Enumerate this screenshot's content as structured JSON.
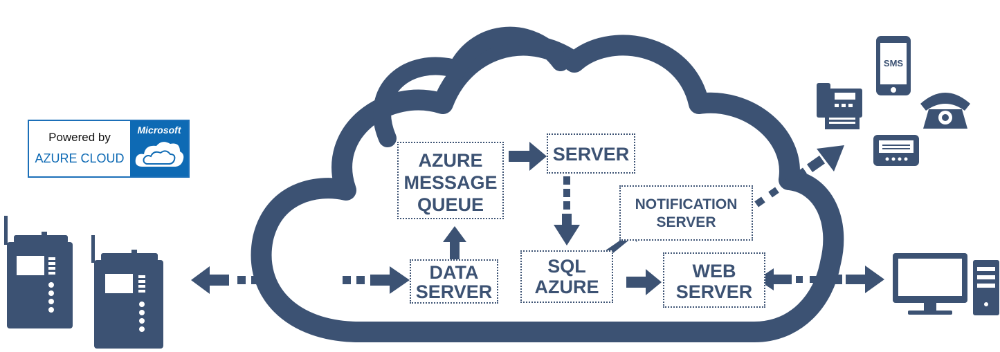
{
  "colors": {
    "primary": "#3c5273",
    "azure_blue": "#0e6ab4",
    "background": "#ffffff"
  },
  "badge": {
    "line1": "Powered by",
    "line2": "AZURE CLOUD",
    "brand": "Microsoft"
  },
  "nodes": {
    "queue": [
      "AZURE",
      "MESSAGE",
      "QUEUE"
    ],
    "server": "SERVER",
    "notification": [
      "NOTIFICATION",
      "SERVER"
    ],
    "data": [
      "DATA",
      "SERVER"
    ],
    "sql": [
      "SQL",
      "AZURE"
    ],
    "web": [
      "WEB",
      "SERVER"
    ]
  },
  "devices": {
    "sms_label": "SMS"
  },
  "icons": [
    "radio-icon",
    "sms-phone-icon",
    "fax-icon",
    "telephone-icon",
    "pager-icon",
    "desktop-computer-icon",
    "cloud-icon"
  ]
}
